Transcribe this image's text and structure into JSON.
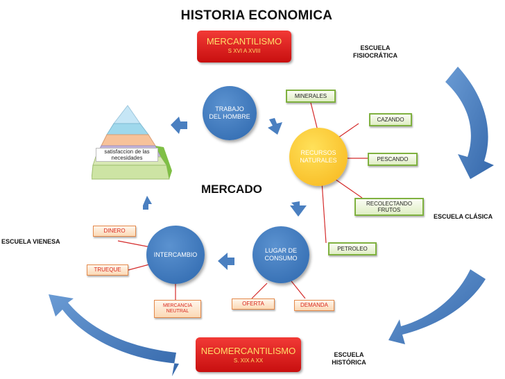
{
  "title": "HISTORIA ECONOMICA",
  "center_label": "MERCADO",
  "eras": {
    "top": {
      "name": "MERCANTILISMO",
      "period": "S XVI A XVIII"
    },
    "bottom": {
      "name": "NEOMERCANTILISMO",
      "period": "S. XIX A XX"
    }
  },
  "schools": {
    "fisiocratica": "ESCUELA FISIOCRÁTICA",
    "clasica": "ESCUELA CLÁSICA",
    "historica": "ESCUELA HISTÓRICA",
    "vienesa": "ESCUELA VIENESA"
  },
  "circles": {
    "trabajo": "TRABAJO DEL HOMBRE",
    "recursos": "RECURSOS NATURALES",
    "consumo": "LUGAR DE CONSUMO",
    "intercambio": "INTERCAMBIO"
  },
  "resources": [
    "MINERALES",
    "CAZANDO",
    "PESCANDO",
    "RECOLECTANDO FRUTOS",
    "PETROLEO"
  ],
  "exchange_items": [
    "DINERO",
    "TRUEQUE",
    "MERCANCIA NEUTRAL"
  ],
  "consumption_items": [
    "OFERTA",
    "DEMANDA"
  ],
  "pyramid_label": "satisfaccion de las necesidades",
  "colors": {
    "circle_blue": "#3b77bd",
    "circle_yellow": "#f9c227",
    "era_red": "#e02020",
    "arrow_blue": "#4a7fc0",
    "connector_red": "#d42a2a",
    "box_green": "#7fb13f"
  }
}
